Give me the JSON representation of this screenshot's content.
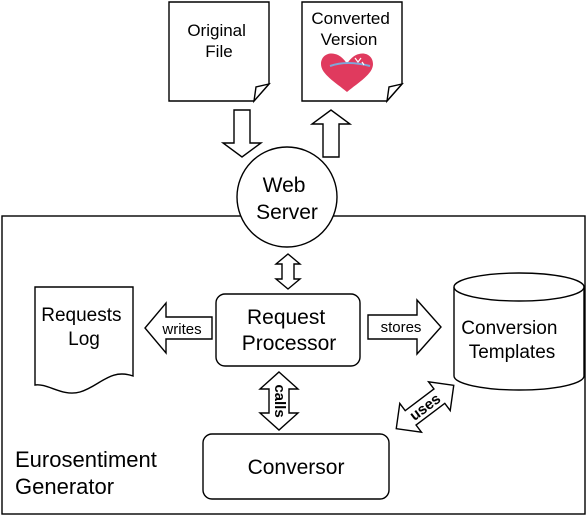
{
  "files": {
    "original": [
      "Original",
      "File"
    ],
    "converted": [
      "Converted",
      "Version"
    ]
  },
  "web_server": [
    "Web",
    "Server"
  ],
  "request_processor": [
    "Request",
    "Processor"
  ],
  "requests_log": [
    "Requests",
    "Log"
  ],
  "conversion_templates": [
    "Conversion",
    "Templates"
  ],
  "conversor": "Conversor",
  "generator_label": [
    "Eurosentiment",
    "Generator"
  ],
  "arrows": {
    "writes": "writes",
    "stores": "stores",
    "calls": "calls",
    "uses": "uses"
  }
}
